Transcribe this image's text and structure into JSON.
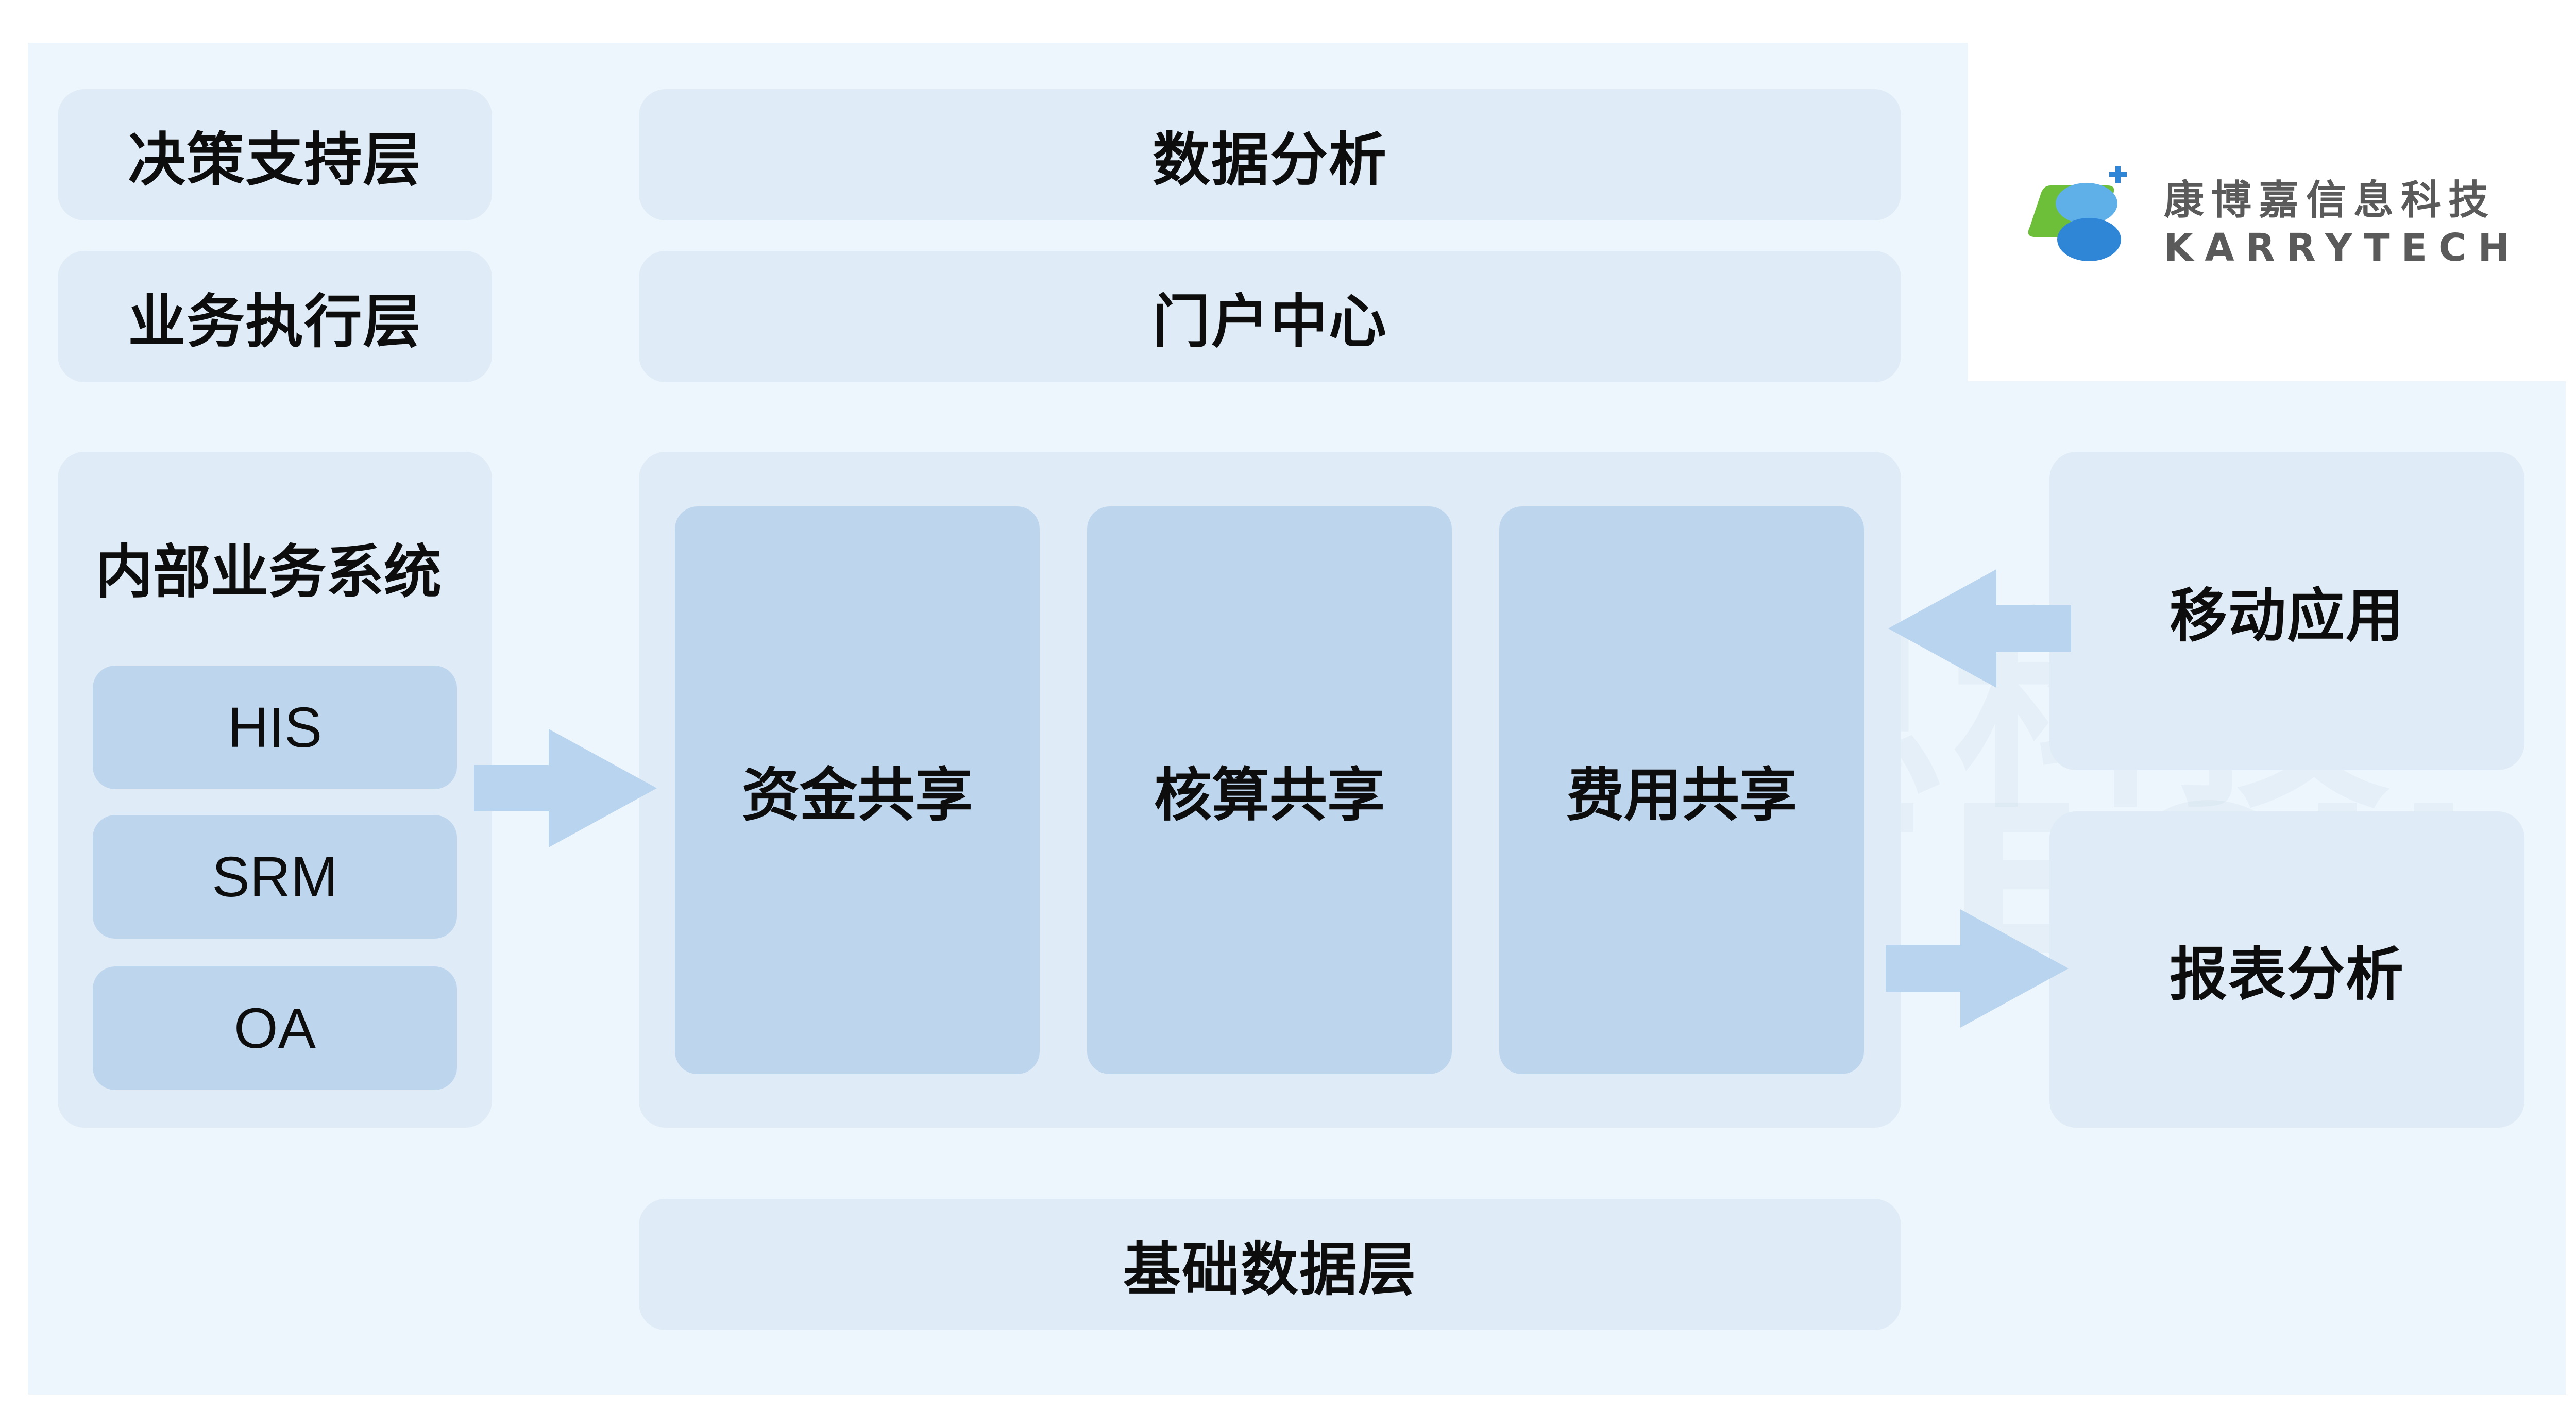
{
  "logo": {
    "name_cn": "康博嘉信息科技",
    "name_en": "KARRYTECH"
  },
  "watermark": {
    "cn": "康博嘉信息科技",
    "en": "KARRYTECH"
  },
  "layers": {
    "decision": "决策支持层",
    "execution": "业务执行层"
  },
  "top_bands": {
    "data_analysis": "数据分析",
    "portal": "门户中心"
  },
  "internal": {
    "title": "内部业务系统",
    "systems": [
      "HIS",
      "SRM",
      "OA"
    ]
  },
  "shared": [
    "资金共享",
    "核算共享",
    "费用共享"
  ],
  "right": {
    "mobile": "移动应用",
    "report": "报表分析"
  },
  "bottom": {
    "base_data": "基础数据层"
  },
  "colors": {
    "panel": "#eef6fd",
    "band": "#dfebf6",
    "inner": "#bdd6ee",
    "arrow": "#b9d4ee",
    "logo_green": "#6dbf3a",
    "logo_blue": "#2f86d6"
  }
}
